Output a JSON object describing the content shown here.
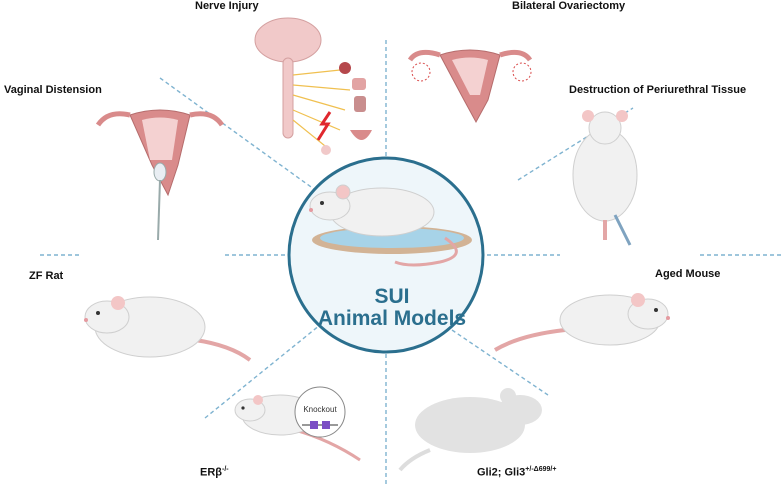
{
  "center": {
    "line1": "SUI",
    "line2": "Animal Models"
  },
  "models": {
    "nerve_injury": "Nerve Injury",
    "bilateral_ovariectomy": "Bilateral Ovariectomy",
    "vaginal_distension": "Vaginal Distension",
    "periurethral": "Destruction of Periurethral Tissue",
    "zf_rat": "ZF Rat",
    "aged_mouse": "Aged Mouse",
    "erb_base": "ERβ",
    "erb_sup": "-/-",
    "gli_base": "Gli2; Gli3",
    "gli_sup": "+/-Δ699/+"
  },
  "knockout_label": "Knockout",
  "colors": {
    "accent": "#2b6f8e",
    "ring_fill": "#eef6fa",
    "dashed": "#7fb3d0",
    "uterus": "#d98b8b",
    "rat_body": "#f1f1f1",
    "rat_tail": "#e3a6a6"
  }
}
